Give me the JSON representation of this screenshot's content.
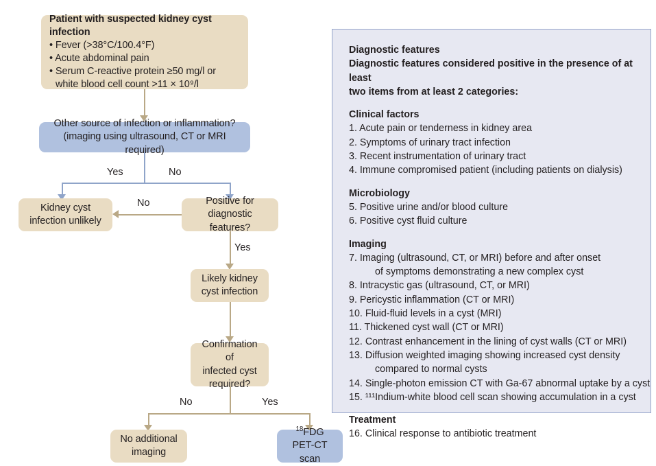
{
  "flow": {
    "nodes": {
      "patient": {
        "title": "Patient with suspected kidney cyst infection",
        "bullets": [
          "• Fever (>38°C/100.4°F)",
          "• Acute abdominal pain",
          "• Serum C-reactive protein ≥50 mg/l or"
        ],
        "bullet_cont": "white blood cell count >11 × 10⁹/l"
      },
      "other_source": {
        "line1": "Other source of infection or inflammation?",
        "line2": "(imaging using ultrasound, CT or MRI required)"
      },
      "unlikely": {
        "line1": "Kidney cyst",
        "line2": "infection unlikely"
      },
      "positive": {
        "line1": "Positive for",
        "line2": "diagnostic features?"
      },
      "likely": {
        "line1": "Likely kidney",
        "line2": "cyst infection"
      },
      "confirmation": {
        "line1": "Confirmation of",
        "line2": "infected cyst",
        "line3": "required?"
      },
      "no_imaging": {
        "line1": "No additional",
        "line2": "imaging"
      },
      "petct": {
        "line1_sup": "18",
        "line1": "FDG",
        "line2": "PET-CT scan"
      }
    },
    "edge_labels": {
      "yes_other": "Yes",
      "no_other": "No",
      "no_positive": "No",
      "yes_positive": "Yes",
      "no_confirm": "No",
      "yes_confirm": "Yes"
    },
    "colors": {
      "beige_node": "#e9dcc3",
      "blue_node": "#b0c1df",
      "beige_connector": "#b9a886",
      "blue_connector": "#8fa4c9"
    }
  },
  "panel": {
    "heading": "Diagnostic features",
    "intro_line1": "Diagnostic features considered positive in the presence of at least",
    "intro_line2": "two items from at least 2 categories:",
    "sections": [
      {
        "heading": "Clinical factors",
        "items": [
          "1. Acute pain or tenderness in kidney area",
          "2. Symptoms of urinary tract infection",
          "3. Recent instrumentation of urinary tract",
          "4. Immune compromised patient (including patients on dialysis)"
        ]
      },
      {
        "heading": "Microbiology",
        "items": [
          "5. Positive urine and/or blood culture",
          "6. Positive cyst fluid culture"
        ]
      },
      {
        "heading": "Imaging",
        "items": [
          "7. Imaging (ultrasound, CT, or MRI) before and after onset",
          "8. Intracystic gas (ultrasound, CT, or MRI)",
          "9. Pericystic inflammation (CT or MRI)",
          "10. Fluid-fluid levels in a cyst (MRI)",
          "11. Thickened cyst wall (CT or MRI)",
          "12. Contrast enhancement in the lining of cyst walls (CT or MRI)",
          "13. Diffusion weighted imaging showing increased cyst density",
          "14. Single-photon emission CT with Ga-67 abnormal uptake by a cyst",
          "15. ¹¹¹Indium-white blood cell scan showing accumulation in a cyst"
        ],
        "sub_7": "of symptoms demonstrating a new complex cyst",
        "sub_13": "compared to normal cysts"
      },
      {
        "heading": "Treatment",
        "items": [
          "16. Clinical response to antibiotic treatment"
        ]
      }
    ],
    "colors": {
      "background": "#e7e8f2",
      "border": "#93a3c9"
    }
  }
}
